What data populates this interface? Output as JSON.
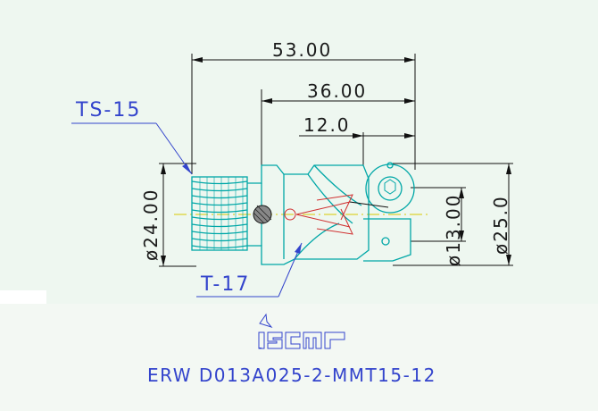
{
  "drawing": {
    "dimensions": {
      "overall_length": "53.00",
      "body_length": "36.00",
      "head_length": "12.0",
      "thread_diameter": "ø24.00",
      "neck_diameter": "ø13.00",
      "cutting_diameter": "ø25.0"
    },
    "callouts": {
      "thread": "TS-15",
      "key": "T-17"
    },
    "brand": "iscar",
    "product_code": "ERW D013A025-2-MMT15-12"
  },
  "colors": {
    "background": "#ffffff",
    "panel": "#eef7f0",
    "body_outline": "#00a7a7",
    "dimension_lines": "#111111",
    "callout_blue": "#3344cc",
    "section_red": "#d03030",
    "centerline_yellow": "#d8c800"
  }
}
